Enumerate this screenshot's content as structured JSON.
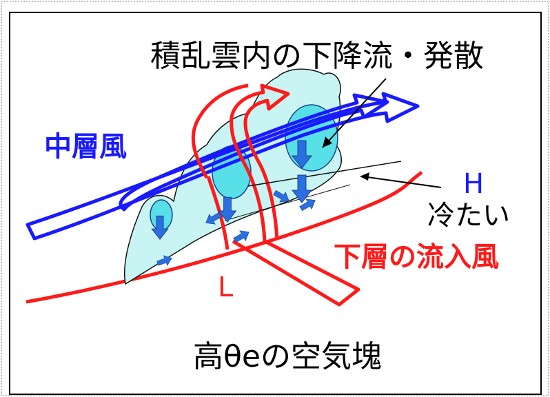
{
  "labels": {
    "title": "積乱雲内の下降流・発散",
    "mid_level_wind": "中層風",
    "high_pressure": "H",
    "cold": "冷たい",
    "low_level_inflow": "下層の流入風",
    "low_pressure": "L",
    "high_theta_e_air": "高θeの空気塊"
  },
  "colors": {
    "mid_level_wind": "#1a1aff",
    "low_level_inflow": "#ff1a1a",
    "cloud_fill": "#c8f4f4",
    "core_fill": "#58e0e8",
    "downdraft_arrow": "#2a6fe0",
    "high_pressure": "#1a1aff",
    "low_pressure": "#ff1a1a"
  }
}
